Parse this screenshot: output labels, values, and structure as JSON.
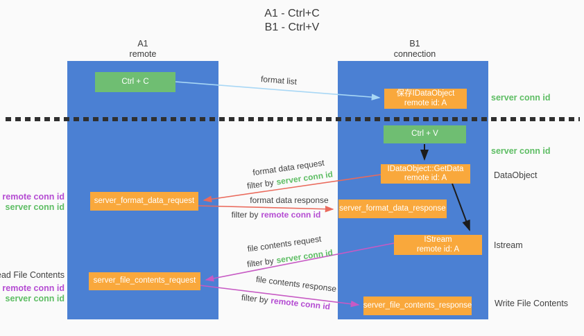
{
  "title": {
    "line1": "A1 - Ctrl+C",
    "line2": "B1 - Ctrl+V"
  },
  "lanes": {
    "a1": {
      "name": "A1",
      "subtitle": "remote"
    },
    "b1": {
      "name": "B1",
      "subtitle": "connection"
    }
  },
  "boxes": {
    "ctrl_c": {
      "label": "Ctrl + C"
    },
    "ctrl_v": {
      "label": "Ctrl + V"
    },
    "save_dataobject": {
      "line1": "保存IDataObject",
      "line2": "remote id: A"
    },
    "getdata": {
      "line1": "IDataObject::GetData",
      "line2": "remote id: A"
    },
    "istream": {
      "line1": "IStream",
      "line2": "remote id: A"
    },
    "server_format_data_request": {
      "label": "server_format_data_request"
    },
    "server_format_data_response": {
      "label": "server_format_data_response"
    },
    "server_file_contents_request": {
      "label": "server_file_contents_request"
    },
    "server_file_contents_response": {
      "label": "server_file_contents_response"
    }
  },
  "arrow_labels": {
    "format_list": "format list",
    "format_data_request": "format data request",
    "format_data_response": "format data response",
    "file_contents_request": "file contents request",
    "file_contents_response": "file contents response",
    "filter_by": "filter by"
  },
  "side_labels": {
    "server_conn_id": "server conn id",
    "remote_conn_id": "remote conn id",
    "dataobject": "DataObject",
    "istream": "Istream",
    "read_file_contents": "Read File Contents",
    "write_file_contents": "Write File Contents"
  },
  "colors": {
    "lane_blue": "#4b80d3",
    "box_green": "#6fbe72",
    "box_orange": "#f9a83c",
    "arrow_red": "#ea6a5c",
    "arrow_magenta": "#c75ac4",
    "arrow_lightblue": "#a8d7f5",
    "arrow_black": "#1c1c1c",
    "text_green": "#5dbd63",
    "text_purple": "#b44bd2",
    "text_dark": "#3f3f3f"
  }
}
